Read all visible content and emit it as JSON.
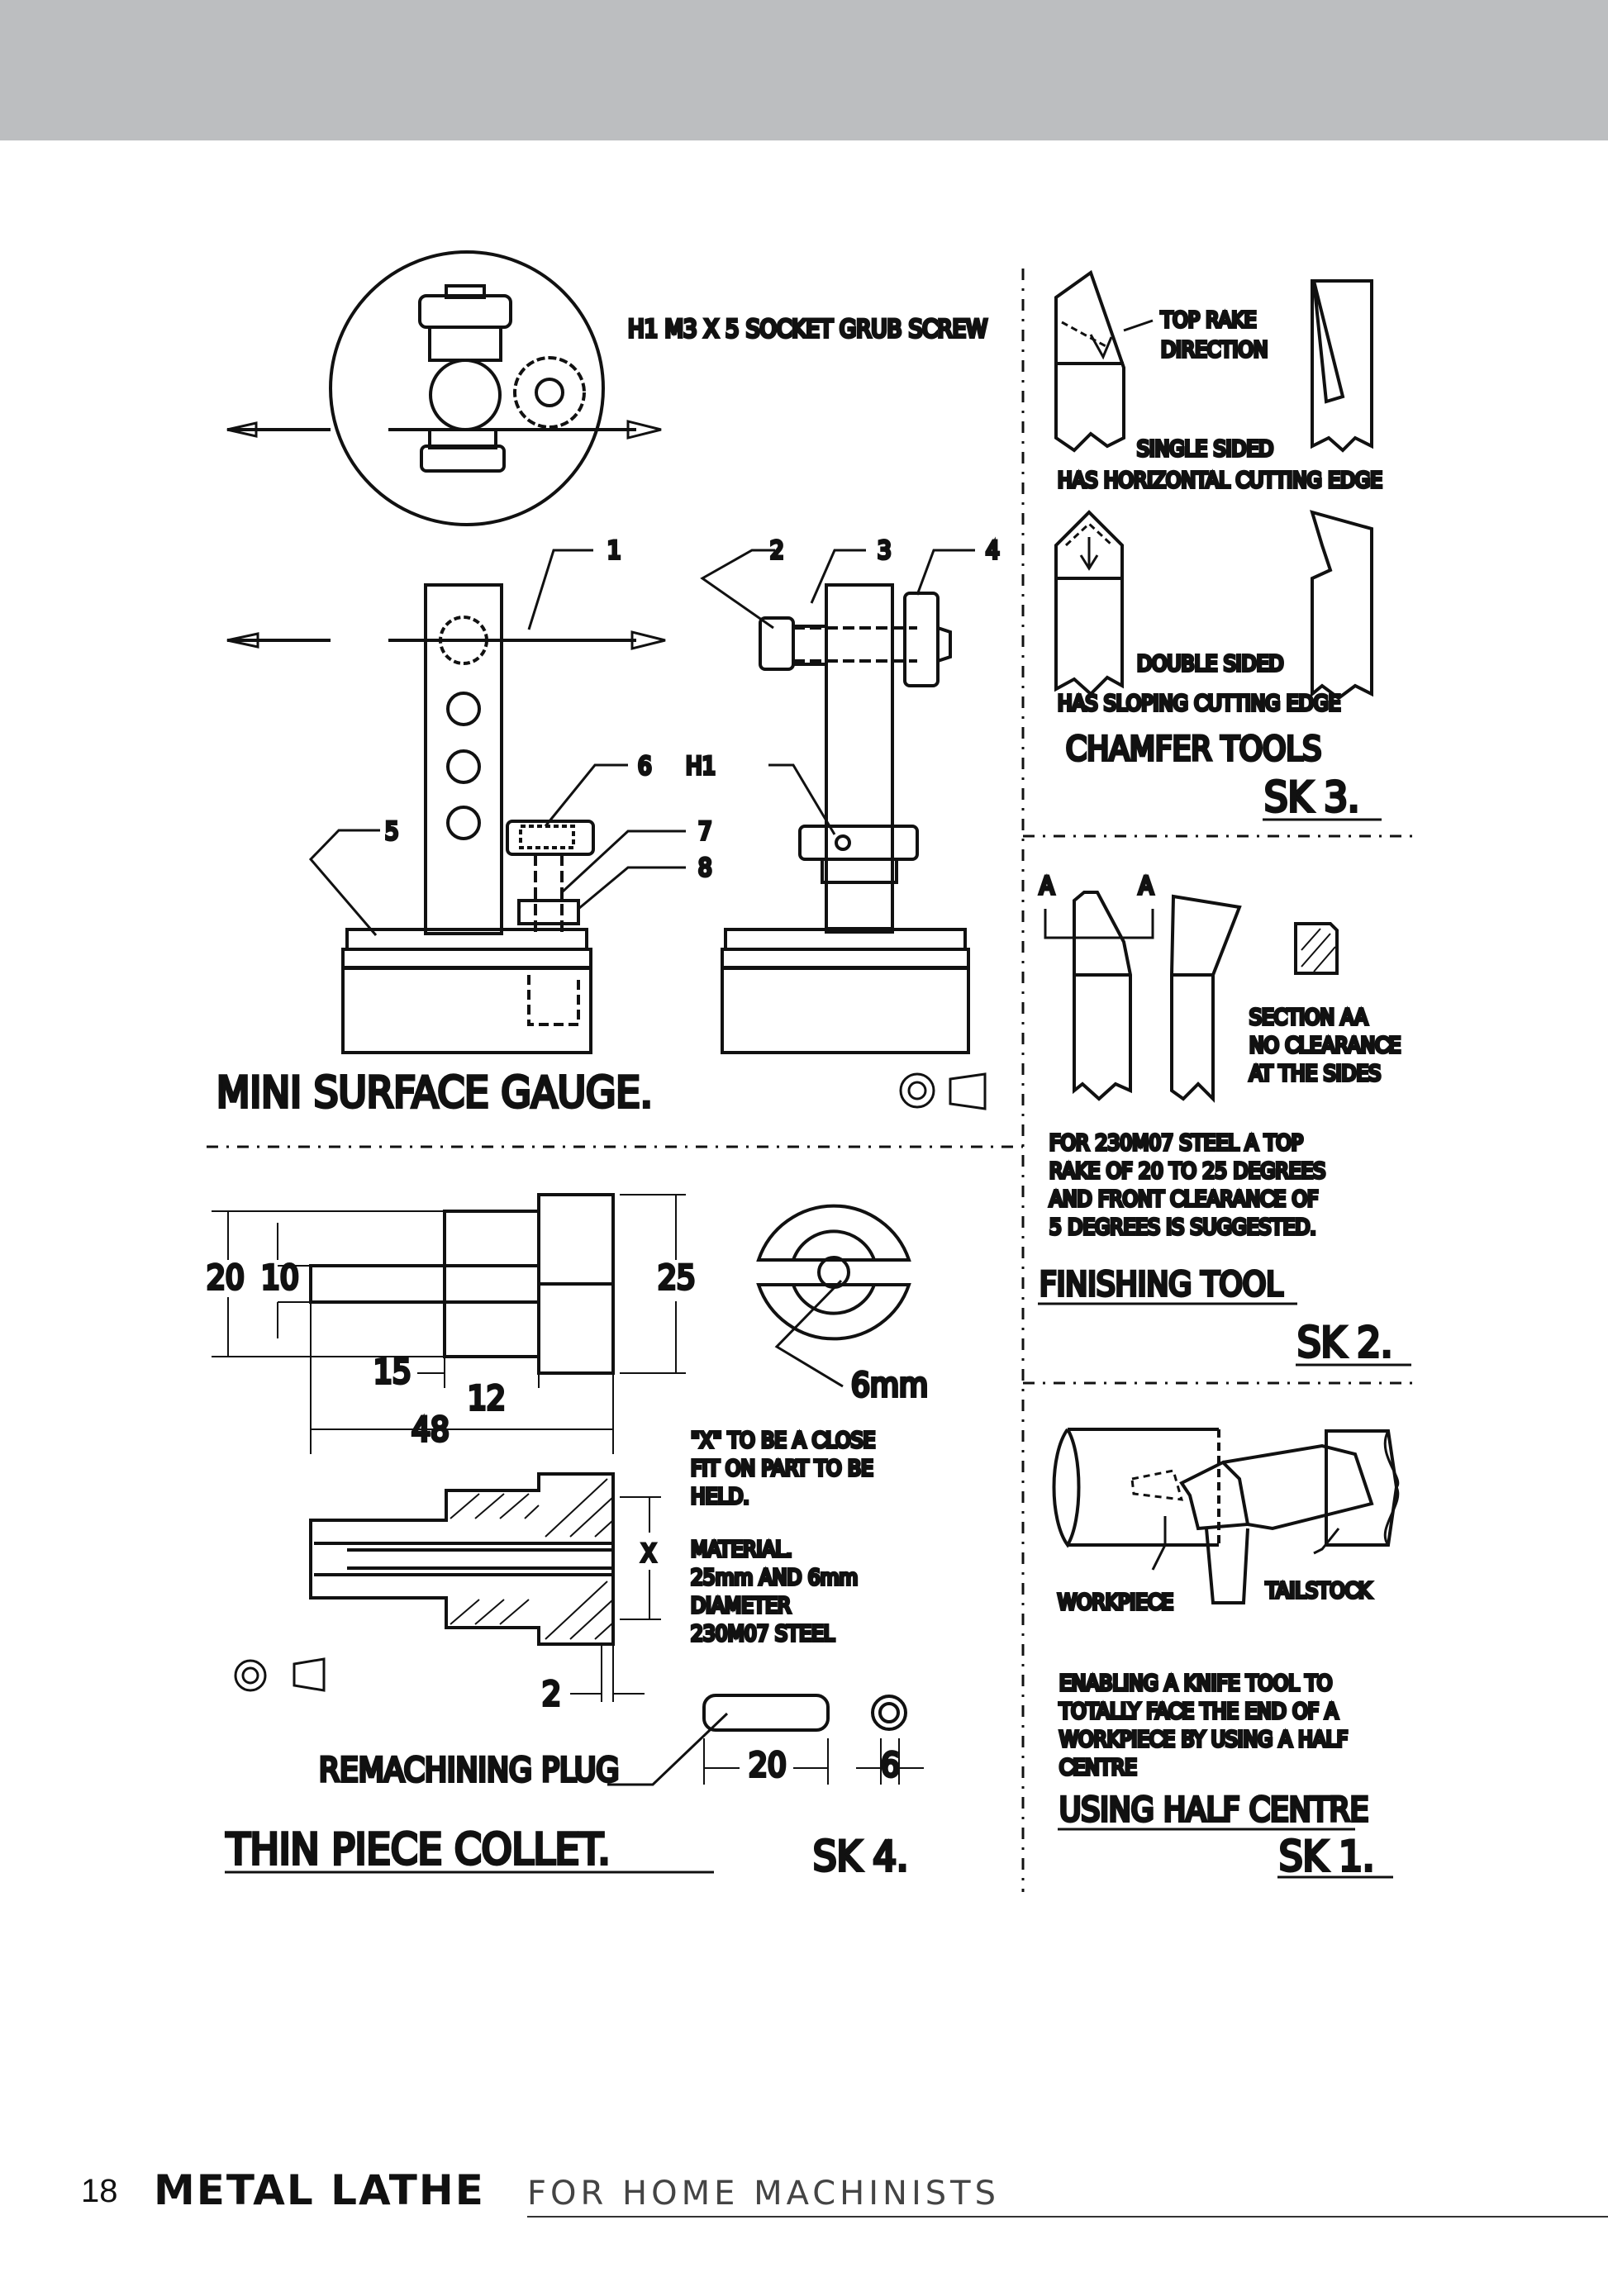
{
  "header": {
    "band_color": "#bcbec0"
  },
  "gauge": {
    "screw_note": "H1   M3 X 5 SOCKET GRUB SCREW",
    "callouts": [
      "1",
      "2",
      "3",
      "4",
      "5",
      "6",
      "7",
      "8",
      "H1"
    ],
    "title": "MINI SURFACE GAUGE."
  },
  "sk3": {
    "top_rake": "TOP RAKE",
    "direction": "DIRECTION",
    "single_sided": "SINGLE SIDED",
    "horizontal": "HAS HORIZONTAL CUTTING EDGE",
    "double_sided": "DOUBLE SIDED",
    "sloping": "HAS SLOPING CUTTING EDGE",
    "title": "CHAMFER TOOLS",
    "label": "SK 3."
  },
  "sk2": {
    "a_left": "A",
    "a_right": "A",
    "section_lines": [
      "SECTION AA",
      "NO CLEARANCE",
      "AT  THE SIDES"
    ],
    "note_lines": [
      "FOR 230M07 STEEL A TOP",
      "RAKE OF 20 TO 25 DEGREES",
      "AND FRONT CLEARANCE OF",
      "5 DEGREES IS SUGGESTED."
    ],
    "title": "FINISHING TOOL",
    "label": "SK 2."
  },
  "sk4": {
    "dims": {
      "d20": "20",
      "d10": "10",
      "d25": "25",
      "d15": "15",
      "d12": "12",
      "d48": "48",
      "d6mm": "6mm",
      "x": "X",
      "d2": "2",
      "plug20": "20",
      "plug6": "6"
    },
    "fit_lines": [
      "\"X\" TO BE A CLOSE",
      "FIT ON PART TO BE",
      "HELD."
    ],
    "material_lines": [
      "MATERIAL.",
      "25mm AND 6mm",
      "DIAMETER",
      "230M07 STEEL"
    ],
    "plug": "REMACHINING PLUG",
    "title": "THIN PIECE COLLET.",
    "label": "SK 4."
  },
  "sk1": {
    "workpiece": "WORKPIECE",
    "tailstock": "TAILSTOCK",
    "note_lines": [
      "ENABLING A KNIFE TOOL TO",
      "TOTALLY FACE THE END OF A",
      "WORKPIECE BY USING A HALF",
      "CENTRE"
    ],
    "title": "USING HALF CENTRE",
    "label": "SK 1."
  },
  "footer": {
    "page_number": "18",
    "title_bold": "METAL LATHE",
    "title_light": "FOR HOME MACHINISTS"
  }
}
